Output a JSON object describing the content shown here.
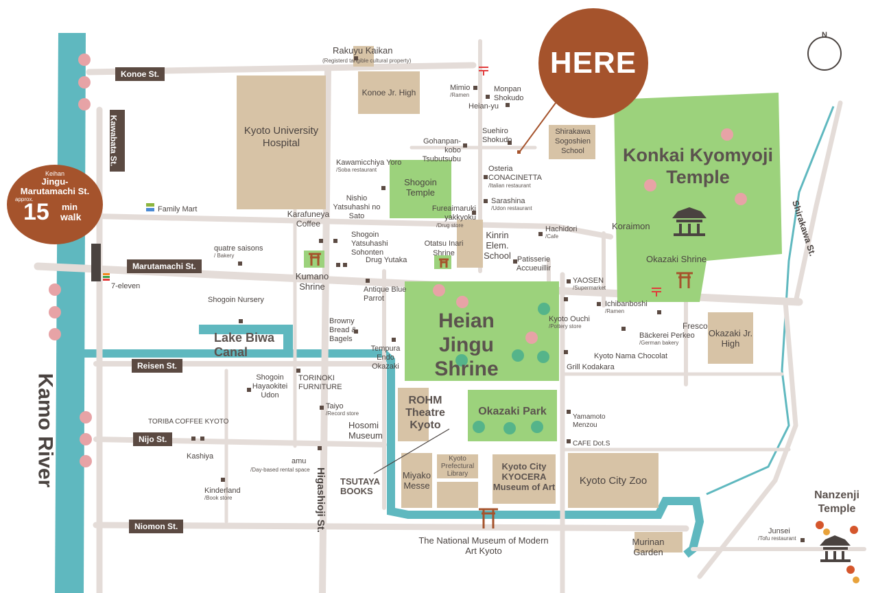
{
  "here_label": "HERE",
  "compass": "N",
  "access": {
    "line": "Keihan",
    "station_line1": "Jingu-",
    "station_line2": "Marutamachi St.",
    "approx": "approx.",
    "minutes": "15",
    "min": "min",
    "walk": "walk"
  },
  "streets": {
    "konoe": "Konoe St.",
    "marutamachi": "Marutamachi St.",
    "reisen": "Reisen St.",
    "nijo": "Nijo St.",
    "niomon": "Niomon St.",
    "kawabata": "Kawabata St.",
    "higashioji": "Higashioji St.",
    "shirakawa": "Shirakawa St."
  },
  "areas": {
    "kyoto_univ_hospital": "Kyoto University Hospital",
    "konoe_jr_high": "Konoe Jr. High",
    "shogoin_temple": "Shogoin Temple",
    "kinrin_school": "Kinrin Elem. School",
    "shirakawa_school": "Shirakawa Sogoshien School",
    "konkai_temple": "Konkai Kyomyoji Temple",
    "heian_shrine": "Heian Jingu Shrine",
    "okazaki_park": "Okazaki Park",
    "rohm_theatre": "ROHM Theatre Kyoto",
    "miyako_messe": "Miyako Messe",
    "prefectural_library": "Kyoto Prefectural Library",
    "kyocera_museum": "Kyoto City KYOCERA Museum of Art",
    "kyoto_zoo": "Kyoto City Zoo",
    "okazaki_jr_high": "Okazaki Jr. High",
    "murinan_garden": "Murinan Garden",
    "nanzenji_temple": "Nanzenji Temple",
    "lake_biwa_canal": "Lake Biwa Canal",
    "kamo_river": "Kamo River",
    "national_museum": "The National Museum of Modern Art Kyoto",
    "hosomi_museum": "Hosomi Museum",
    "tsutaya_books": "TSUTAYA BOOKS",
    "kumano_shrine": "Kumano Shrine",
    "otatsu_shrine": "Otatsu Inari Shrine",
    "okazaki_shrine": "Okazaki Shrine",
    "koraimon": "Koraimon"
  },
  "places": {
    "rakuyu_kaikan": "Rakuyu Kaikan",
    "rakuyu_sub": "(Registerd tangible cultural property)",
    "mimio": "Mimio",
    "mimio_sub": "/Ramen",
    "monpan": "Monpan Shokudo",
    "heian_yu": "Heian-yu",
    "suehiro": "Suehiro Shokudo",
    "gohanpan": "Gohanpan-kobo Tsubutsubu",
    "kawamicchiya": "Kawamicchiya Yoro",
    "kawamicchiya_sub": "/Soba restaurant",
    "osteria": "Osteria CONACINETTA",
    "osteria_sub": "/Italian restaurant",
    "nishio": "Nishio Yatsuhashi no Sato",
    "sarashina": "Sarashina",
    "sarashina_sub": "/Udon restaurant",
    "fureaimaruki": "Fureaimaruki yakkyoku",
    "fureaimaruki_sub": "/Drug store",
    "family_mart": "Family Mart",
    "karafuneya": "Karafuneya Coffee",
    "shogoin_yatsuhashi": "Shogoin Yatsuhashi Sohonten",
    "hachidori": "Hachidori",
    "hachidori_sub": "/Cafe",
    "quatre": "quatre saisons",
    "quatre_sub": "/ Bakery",
    "drug_yutaka": "Drug Yutaka",
    "patisserie": "Patisserie Accueuillir",
    "seven_eleven": "7-eleven",
    "yaosen": "YAOSEN",
    "yaosen_sub": "/Supermarket",
    "antique": "Antique Blue Parrot",
    "ichibanboshi": "Ichibanboshi",
    "ichibanboshi_sub": "/Ramen",
    "shogoin_nursery": "Shogoin Nursery",
    "kyoto_ouchi": "Kyoto Ouchi",
    "kyoto_ouchi_sub": "/Pottery store",
    "fresco": "Fresco",
    "browny": "Browny Bread & Bagels",
    "perkeo": "Bäckerei Perkeo",
    "perkeo_sub": "/German bakery",
    "tempura": "Tempura Endo Okazaki",
    "nama_chocolat": "Kyoto Nama Chocolat",
    "grill": "Grill Kodakara",
    "hayaokitei": "Shogoin Hayaokitei Udon",
    "torinoki": "TORINOKI FURNITURE",
    "taiyo": "Taiyo",
    "taiyo_sub": "/Record store",
    "toriba": "TORIBA COFFEE KYOTO",
    "yamamoto": "Yamamoto Menzou",
    "kashiya": "Kashiya",
    "cafe_dots": "CAFE Dot.S",
    "amu": "amu",
    "amu_sub": "/Day-based rental space",
    "kinderland": "Kinderland",
    "kinderland_sub": "/Book store",
    "junsei": "Junsei",
    "junsei_sub": "/Tofu restaurant"
  },
  "colors": {
    "river": "#5fb8bf",
    "road": "#e4dcd8",
    "building": "#d7c3a6",
    "park": "#9cd27c",
    "accent": "#a5532c",
    "street_tag": "#5b4a42"
  }
}
